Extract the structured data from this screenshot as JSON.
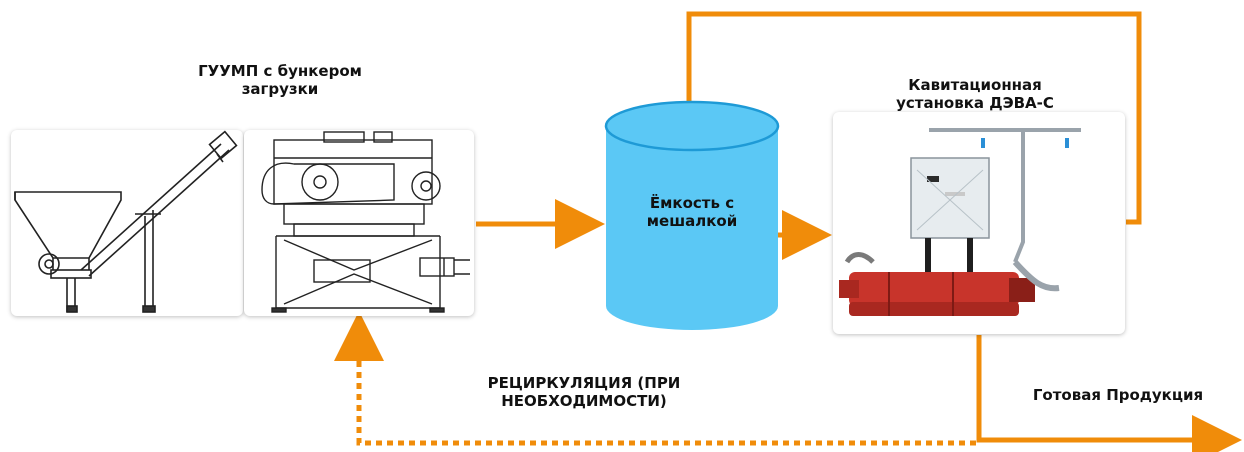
{
  "labels": {
    "guump": "ГУУМП с бункером загрузки",
    "tank": "Ёмкость с мешалкой",
    "cavitation": "Кавитационная установка ДЭВА-С",
    "recirculation": "РЕЦИРКУЛЯЦИЯ (ПРИ НЕОБХОДИМОСТИ)",
    "product": "Готовая Продукция"
  },
  "images": {
    "hopper_screw": "hopper with inclined screw conveyor (line drawing)",
    "guump_machine": "ГУУМП machine (line drawing)",
    "deva_unit": "cavitation unit with red pumps and control cabinet (photo)"
  },
  "colors": {
    "flow_arrow": "#F08C0A",
    "tank_fill": "#5BC8F5",
    "tank_edge": "#1E9AD6",
    "text": "#111111"
  }
}
